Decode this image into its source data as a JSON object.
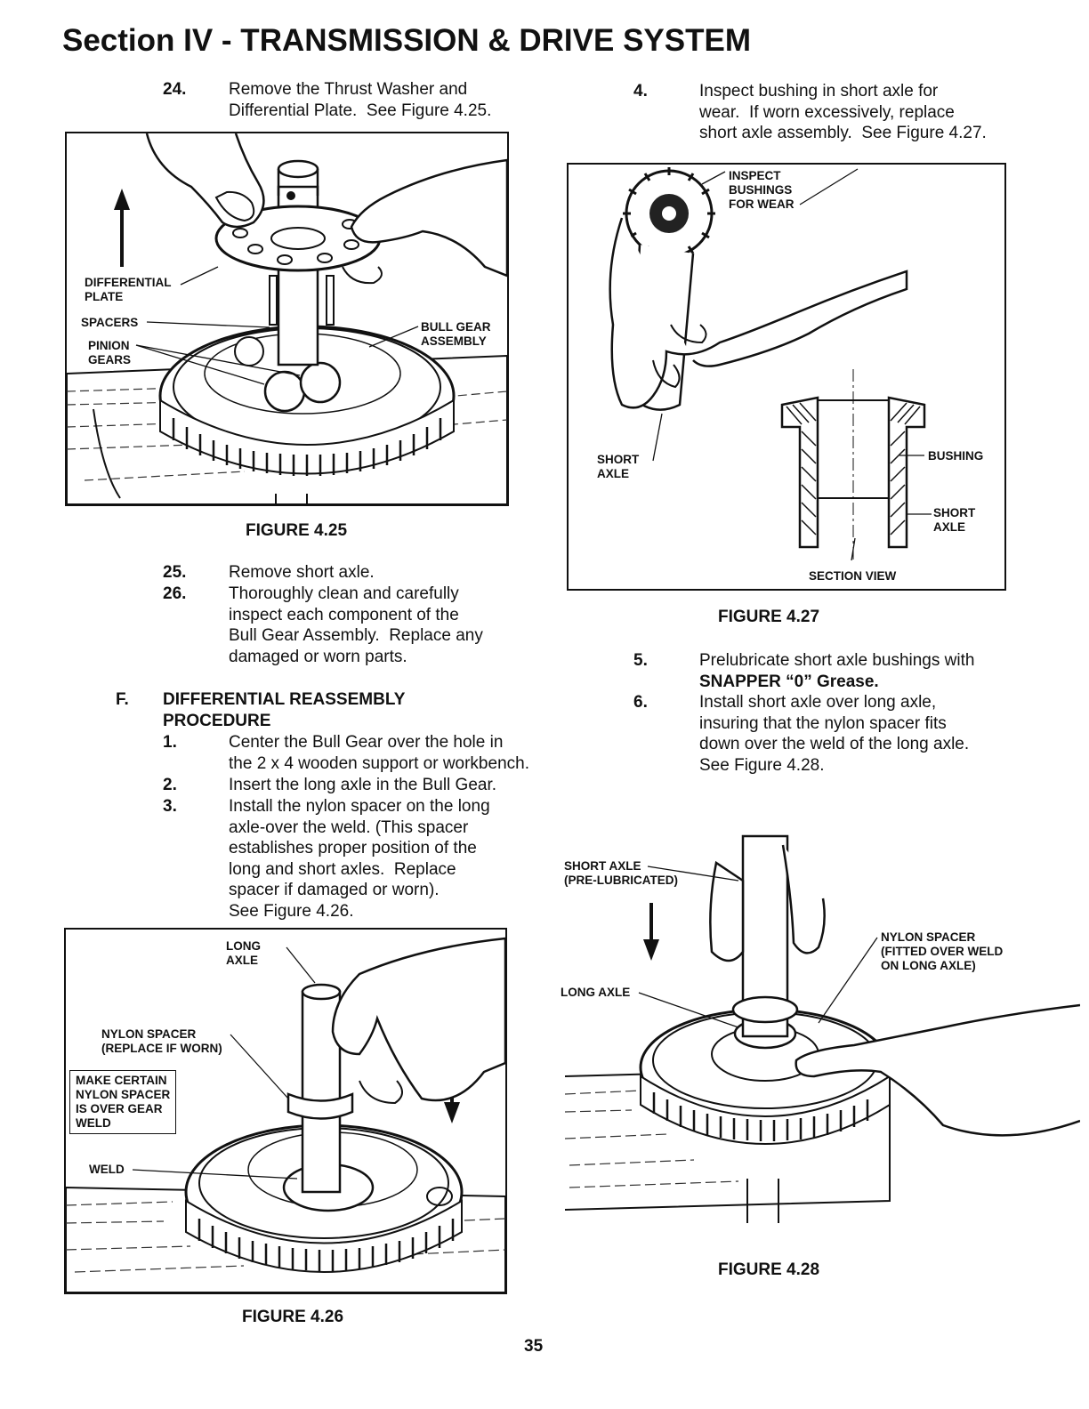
{
  "section_title": "Section IV - TRANSMISSION & DRIVE SYSTEM",
  "left_steps_a": [
    {
      "num": "24.",
      "text": "Remove the Thrust Washer and\nDifferential Plate.  See Figure 4.25."
    }
  ],
  "fig_4_25": {
    "caption": "FIGURE 4.25",
    "labels": {
      "differential_plate": "DIFFERENTIAL\nPLATE",
      "spacers": "SPACERS",
      "pinion_gears": "PINION\nGEARS",
      "bull_gear_assembly": "BULL GEAR\nASSEMBLY"
    }
  },
  "left_steps_b": [
    {
      "num": "25.",
      "text": "Remove short axle."
    },
    {
      "num": "26.",
      "text": "Thoroughly clean and carefully\ninspect each component of the\nBull Gear Assembly.  Replace any\ndamaged or worn parts."
    }
  ],
  "section_f": {
    "letter": "F.",
    "heading": "DIFFERENTIAL REASSEMBLY\nPROCEDURE",
    "steps": [
      {
        "num": "1.",
        "text": "Center the Bull Gear over the hole in\nthe 2 x 4 wooden support or workbench."
      },
      {
        "num": "2.",
        "text": "Insert the long axle in the Bull Gear."
      },
      {
        "num": "3.",
        "text": "Install the nylon spacer on the long\naxle-over the weld. (This spacer\nestablishes proper position of the\nlong and short axles.  Replace\nspacer if damaged or worn).\nSee Figure 4.26."
      }
    ]
  },
  "fig_4_26": {
    "caption": "FIGURE 4.26",
    "labels": {
      "long_axle": "LONG\nAXLE",
      "nylon_spacer": "NYLON SPACER\n(REPLACE IF WORN)",
      "make_certain": "MAKE CERTAIN\nNYLON SPACER\nIS OVER GEAR\nWELD",
      "weld": "WELD"
    }
  },
  "right_steps_a": [
    {
      "num": "4.",
      "text": "Inspect bushing in short axle for\nwear.  If worn excessively, replace\nshort axle assembly.  See Figure 4.27."
    }
  ],
  "fig_4_27": {
    "caption": "FIGURE 4.27",
    "labels": {
      "inspect_bushings": "INSPECT\nBUSHINGS\nFOR WEAR",
      "short_axle": "SHORT\nAXLE",
      "bushing": "BUSHING",
      "short_axle_2": "SHORT\nAXLE",
      "section_view": "SECTION VIEW"
    }
  },
  "right_steps_b": [
    {
      "num": "5.",
      "text": "Prelubricate short axle bushings with",
      "bold_line": "SNAPPER “0” Grease."
    },
    {
      "num": "6.",
      "text": "Install short axle over long axle,\ninsuring that the nylon spacer fits\ndown over the weld of the long axle.\nSee Figure 4.28."
    }
  ],
  "fig_4_28": {
    "caption": "FIGURE 4.28",
    "labels": {
      "short_axle": "SHORT AXLE\n(PRE-LUBRICATED)",
      "nylon_spacer": "NYLON SPACER\n(FITTED OVER WELD\nON LONG AXLE)",
      "long_axle": "LONG AXLE"
    }
  },
  "page_number": "35"
}
